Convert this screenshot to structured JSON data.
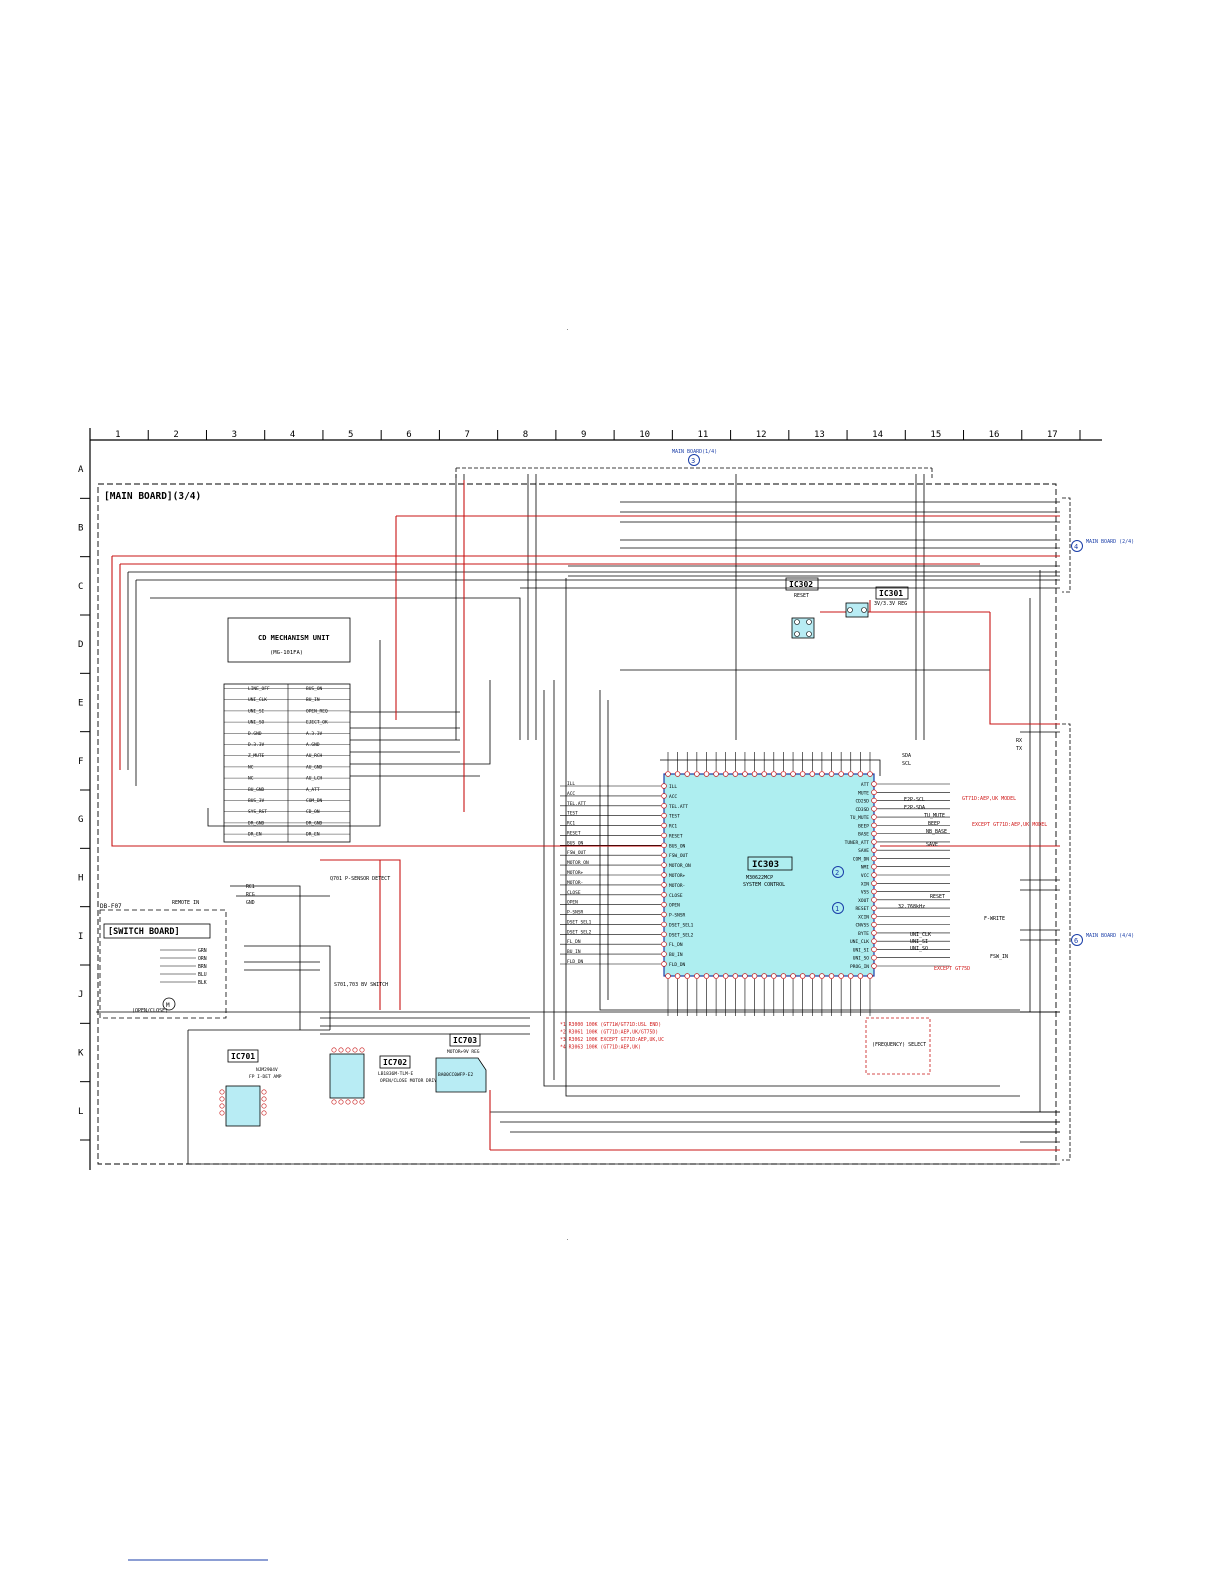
{
  "grid": {
    "columns": [
      "1",
      "2",
      "3",
      "4",
      "5",
      "6",
      "7",
      "8",
      "9",
      "10",
      "11",
      "12",
      "13",
      "14",
      "15",
      "16",
      "17"
    ],
    "rows": [
      "A",
      "B",
      "C",
      "D",
      "E",
      "F",
      "G",
      "H",
      "I",
      "J",
      "K",
      "L"
    ]
  },
  "title": "[MAIN BOARD](3/4)",
  "connectors": {
    "top_label": "MAIN BOARD(1/4)",
    "top_num": "3",
    "right_upper": "MAIN BOARD (2/4)",
    "right_upper_num": "4",
    "right_lower": "MAIN BOARD (4/4)",
    "right_lower_num": "6"
  },
  "colors": {
    "line": "#000000",
    "trace_red": "#c81414",
    "ic303_fill": "#aeeef0",
    "ic_fill": "#b8ecf4",
    "accent_blue": "#1a3ea8"
  },
  "ic301": {
    "name": "IC301",
    "desc": "3V/3.3V REG"
  },
  "ic302": {
    "name": "IC302",
    "desc": "RESET"
  },
  "ic303": {
    "name": "IC303",
    "part": "M30622MCP",
    "desc": "SYSTEM CONTROL"
  },
  "ic701": {
    "name": "IC701",
    "part": "NJM2904V",
    "desc": "FP I-DET AMP"
  },
  "ic702": {
    "name": "IC702",
    "part": "LB1836M-TLM-E",
    "desc": "OPEN/CLOSE MOTOR DRIVE"
  },
  "ic703": {
    "name": "IC703",
    "part": "BA00CC0WFP-E2",
    "desc": "MOTOR+9V REG"
  },
  "cd_mech": {
    "title": "CD MECHANISM UNIT",
    "model": "(MG-101FA)"
  },
  "switch_board": {
    "title": "[SWITCH BOARD]",
    "ref": "DB-F07",
    "motor": "(OPEN/CLOSE)"
  },
  "ic303_left_pins": [
    "ILL",
    "ACC",
    "TEL.ATT",
    "TEST",
    "RC1",
    "RESET",
    "BUS_ON",
    "FSW_OUT",
    "MOTOR_ON",
    "MOTOR+",
    "MOTOR-",
    "CLOSE",
    "OPEN",
    "P-SNSR",
    "DSET_SEL1",
    "DSET_SEL2",
    "FL_DN",
    "BU_IN",
    "FLD_DN"
  ],
  "ic303_right_pins": [
    "ATT",
    "MUTE",
    "CD2SD",
    "CD3SD",
    "TU_MUTE",
    "BEEP",
    "BASE",
    "TUNER_ATT",
    "SAVE",
    "COM_DN",
    "NMI",
    "VCC",
    "XIN",
    "VSS",
    "XOUT",
    "RESET",
    "XCIN",
    "CNVSS",
    "BYTE",
    "UNI_CLK",
    "UNI_SI",
    "UNI_SO",
    "PROG_IN"
  ],
  "right_labels": [
    "E2P-SCL",
    "E2P-SDA",
    "TU_MUTE",
    "BEEP",
    "NB_BASE",
    "SAVE",
    "RESET",
    "F-WRITE",
    "UNI_CLK",
    "UNI_SI",
    "UNI_SO",
    "FSW_IN",
    "SDA",
    "SCL",
    "RX",
    "TX"
  ],
  "cd_pins_left": [
    "LINE_OFF",
    "UNI_CLK",
    "UNI_SI",
    "UNI_SO",
    "D.GND",
    "D.3.3V",
    "Z_MUTE",
    "NC",
    "NC",
    "BU_GND",
    "BUS_3V",
    "SYS_RST",
    "DR_GND",
    "DR_EN"
  ],
  "cd_pins_right": [
    "BUS_ON",
    "BU_IN",
    "OPEN_REQ",
    "EJECT_OK",
    "A.3.3V",
    "A.GND",
    "AU_RCH",
    "AU_GND",
    "AU_LCH",
    "A_ATT",
    "COM_DN",
    "CD_ON",
    "DR_GND",
    "DR_EN"
  ],
  "switch_pins": [
    "GRN",
    "ORN",
    "BRN",
    "BLU",
    "BLK"
  ],
  "remote_labels": [
    "REMOTE IN",
    "RC1",
    "RCG",
    "GND"
  ],
  "notes": [
    "*1 R3000 100K (GT71W/GT71D:USL END)",
    "*2 R3061 100K (GT71D:AEP,UK/GT75D)",
    "*3 R3062 100K EXCEPT GT71D:AEP,UK,UC",
    "*4 R3063 100K (GT71D:AEP,UK)"
  ],
  "frequency_select": "(FREQUENCY) SELECT",
  "except_labels": [
    "GT71D:AEP,UK MODEL",
    "EXCEPT GT71D:AEP,UK MODEL",
    "EXCEPT GT75D"
  ],
  "markers": {
    "m1": "1",
    "m2": "2"
  },
  "crystal": "32.768kHz",
  "remote_in": "REMOTE IN",
  "q701_label": "Q701 P-SENSOR DETECT",
  "s701_label": "S701,703 BV SWITCH"
}
